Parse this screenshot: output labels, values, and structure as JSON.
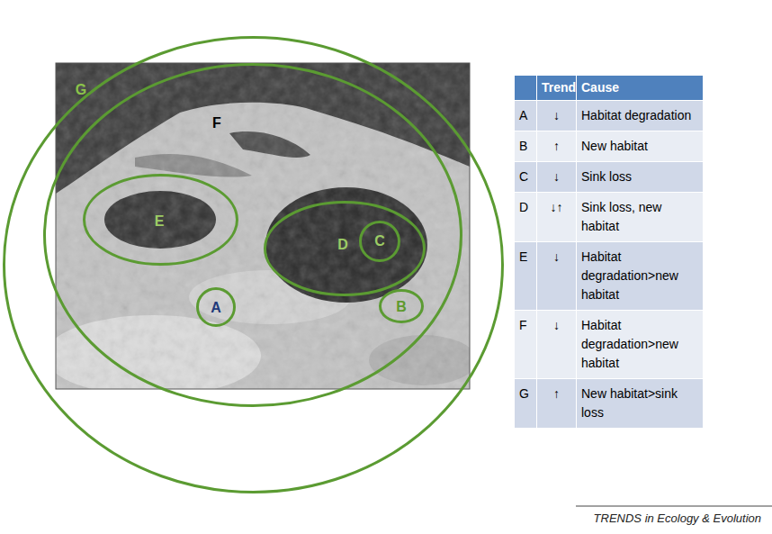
{
  "diagram": {
    "caption": "TRENDS in Ecology & Evolution",
    "nodes": [
      {
        "text": [
          "G"
        ]
      },
      {
        "text": [
          "F"
        ],
        "in": 0
      },
      {
        "text": [
          "E"
        ],
        "in": 1
      },
      {
        "text": [
          "D"
        ],
        "in": 1
      },
      {
        "text": [
          "C"
        ],
        "in": 3
      },
      {
        "text": [
          "A"
        ],
        "in": 1
      },
      {
        "text": [
          "B"
        ],
        "in": 1
      }
    ],
    "labels": [
      "Trend",
      "Cause",
      "A",
      "↓",
      "Habitat degradation",
      "B",
      "↑",
      "New habitat",
      "C",
      "↓",
      "Sink loss",
      "D",
      "↓↑",
      "Sink loss, new habitat",
      "E",
      "↓",
      "Habitat degradation>new habitat",
      "F",
      "↓",
      "Habitat degradation>new habitat",
      "G",
      "↑",
      "New habitat>sink loss"
    ]
  }
}
